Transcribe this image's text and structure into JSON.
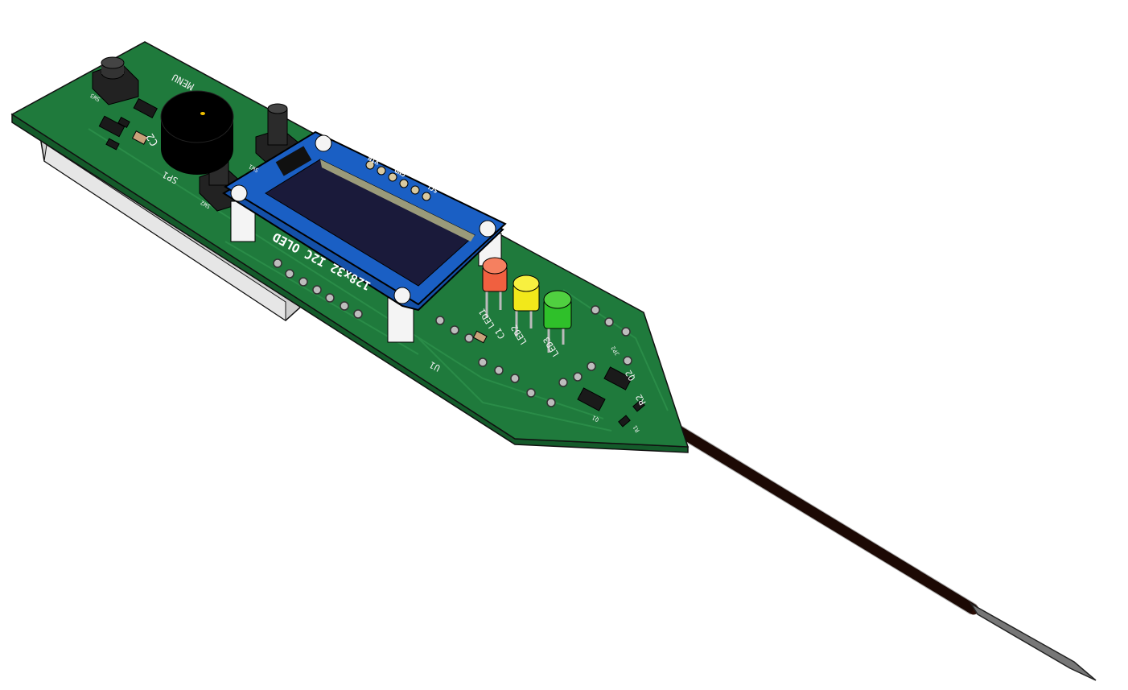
{
  "render": {
    "oled_label": "128x32 I2C OLED",
    "oled_pins": [
      "VIN",
      "GND",
      "SCL"
    ],
    "silkscreen": {
      "sw1": "SW1",
      "sw2": "SW2",
      "sw3": "SW3",
      "sp1": "SP1",
      "c1": "C1",
      "c2": "C2",
      "led1": "LED1",
      "led2": "LED2",
      "led3": "LED3",
      "u1": "U1",
      "q1": "Q1",
      "q2": "Q2",
      "r1": "R1",
      "r2": "R2",
      "jp2": "JP2",
      "menu": "MENU"
    },
    "colors": {
      "pcb": "#1f7a3c",
      "pcb_edge": "#145a2a",
      "oled_board": "#1a5fc4",
      "led_red": "#f06040",
      "led_yellow": "#f2e81a",
      "led_green": "#2fc02a",
      "probe": "#2a0d05",
      "tip": "#777777"
    }
  }
}
